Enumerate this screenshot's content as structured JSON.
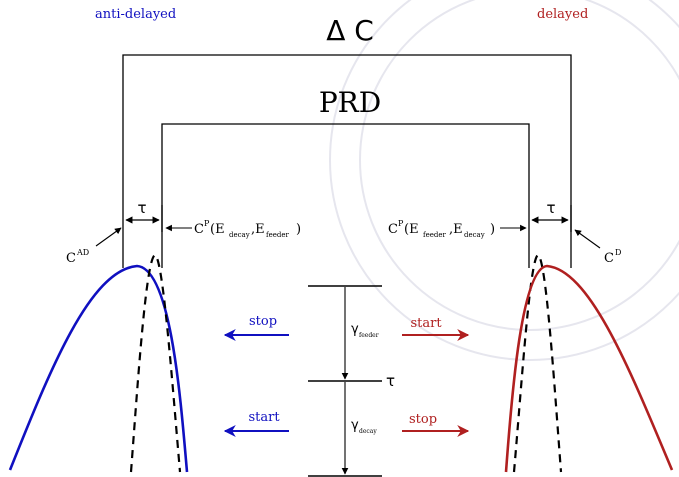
{
  "labels": {
    "anti_delayed": "anti-delayed",
    "delayed": "delayed",
    "delta_c": "Δ C",
    "prd": "PRD",
    "tau": "τ",
    "c_ad_base": "C",
    "c_ad_sup": "AD",
    "c_d_base": "C",
    "c_d_sup": "D",
    "cp_left_base": "C",
    "cp_left_sup": "P",
    "cp_left_args": [
      "(E",
      "decay",
      ",E",
      "feeder",
      ")"
    ],
    "cp_right_base": "C",
    "cp_right_sup": "P",
    "cp_right_args": [
      "(E",
      "feeder",
      ",E",
      "decay",
      ")"
    ],
    "stop": "stop",
    "start": "start",
    "gamma": "γ",
    "feeder": "feeder",
    "decay": "decay"
  },
  "colors": {
    "blue": "#1010c0",
    "red": "#b02020",
    "black": "#000000",
    "watermark": "#e8e8f0"
  }
}
